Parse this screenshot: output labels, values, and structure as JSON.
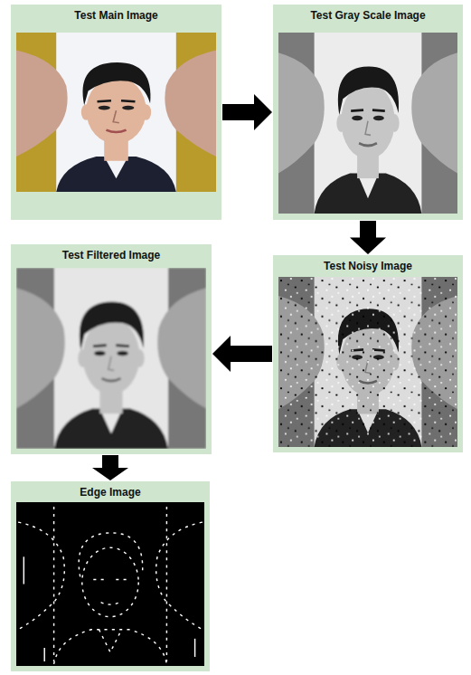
{
  "diagram": {
    "nodes": [
      {
        "text": [
          "Test Main Image"
        ]
      },
      {
        "text": [
          "Test Gray Scale Image"
        ]
      },
      {
        "text": [
          "Test Noisy Image"
        ]
      },
      {
        "text": [
          "Test Filtered Image"
        ]
      },
      {
        "text": [
          "Edge Image"
        ]
      }
    ],
    "edges": [
      {
        "from": 0,
        "to": 1,
        "arrow": "to"
      },
      {
        "from": 1,
        "to": 2,
        "arrow": "to"
      },
      {
        "from": 2,
        "to": 3,
        "arrow": "to"
      },
      {
        "from": 3,
        "to": 4,
        "arrow": "to"
      }
    ]
  }
}
